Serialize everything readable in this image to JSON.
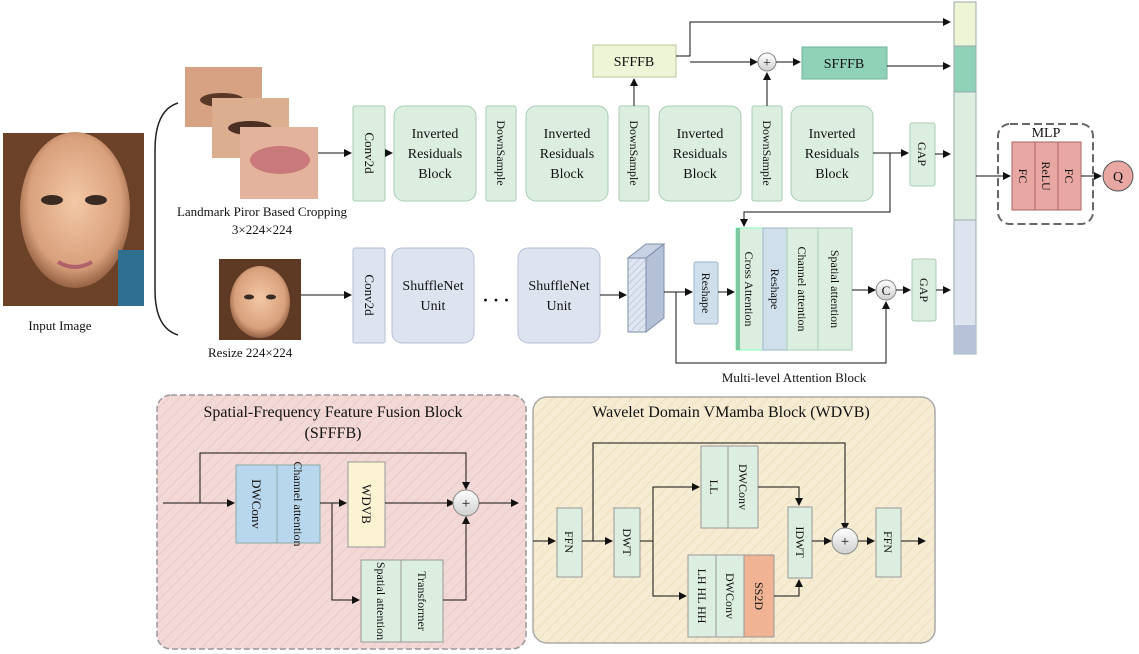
{
  "inputs": {
    "input_image_label": "Input Image",
    "landmark_label": "Landmark Piror Based Cropping",
    "landmark_size": "3×224×224",
    "resize_label": "Resize  224×224"
  },
  "top_branch": {
    "conv": "Conv2d",
    "irb_line1": "Inverted",
    "irb_line2": "Residuals",
    "irb_line3": "Block",
    "downsample": "DownSample",
    "sfffb": "SFFFB",
    "gap": "GAP",
    "plus": "+"
  },
  "bottom_branch": {
    "conv": "Conv2d",
    "shuffle_line1": "ShuffleNet",
    "shuffle_line2": "Unit",
    "dots": "· · ·",
    "reshape": "Reshape",
    "cross_attention": "Cross Attention",
    "channel_attention": "Channel attention",
    "spatial_attention": "Spatial attention",
    "concat": "C",
    "gap": "GAP",
    "mlab_label": "Multi-level Attention Block"
  },
  "mlp": {
    "title": "MLP",
    "fc": "FC",
    "relu": "ReLU",
    "output": "Q"
  },
  "sfffb_panel": {
    "title_line1": "Spatial-Frequency Feature Fusion Block",
    "title_line2": "(SFFFB)",
    "dwconv": "DWConv",
    "channel_attention": "Channel attention",
    "wdvb": "WDVB",
    "spatial_attention": "Spatial attention",
    "transformer": "Transformer",
    "plus": "+"
  },
  "wdvb_panel": {
    "title": "Wavelet Domain VMamba Block (WDVB)",
    "ffn": "FFN",
    "dwt": "DWT",
    "ll": "LL",
    "dwconv": "DWConv",
    "high": "LH HL HH",
    "ss2d": "SS2D",
    "idwt": "IDWT",
    "plus": "+"
  },
  "colors": {
    "green_block": "#dbeee0",
    "green_border": "#b9d8c2",
    "blue_block": "#dde4f0",
    "pink_panel": "#f2d9d7",
    "yellow_panel": "#f6ecd3",
    "mlp_fill": "#e8a7a2",
    "ss2d_fill": "#f0b393"
  }
}
